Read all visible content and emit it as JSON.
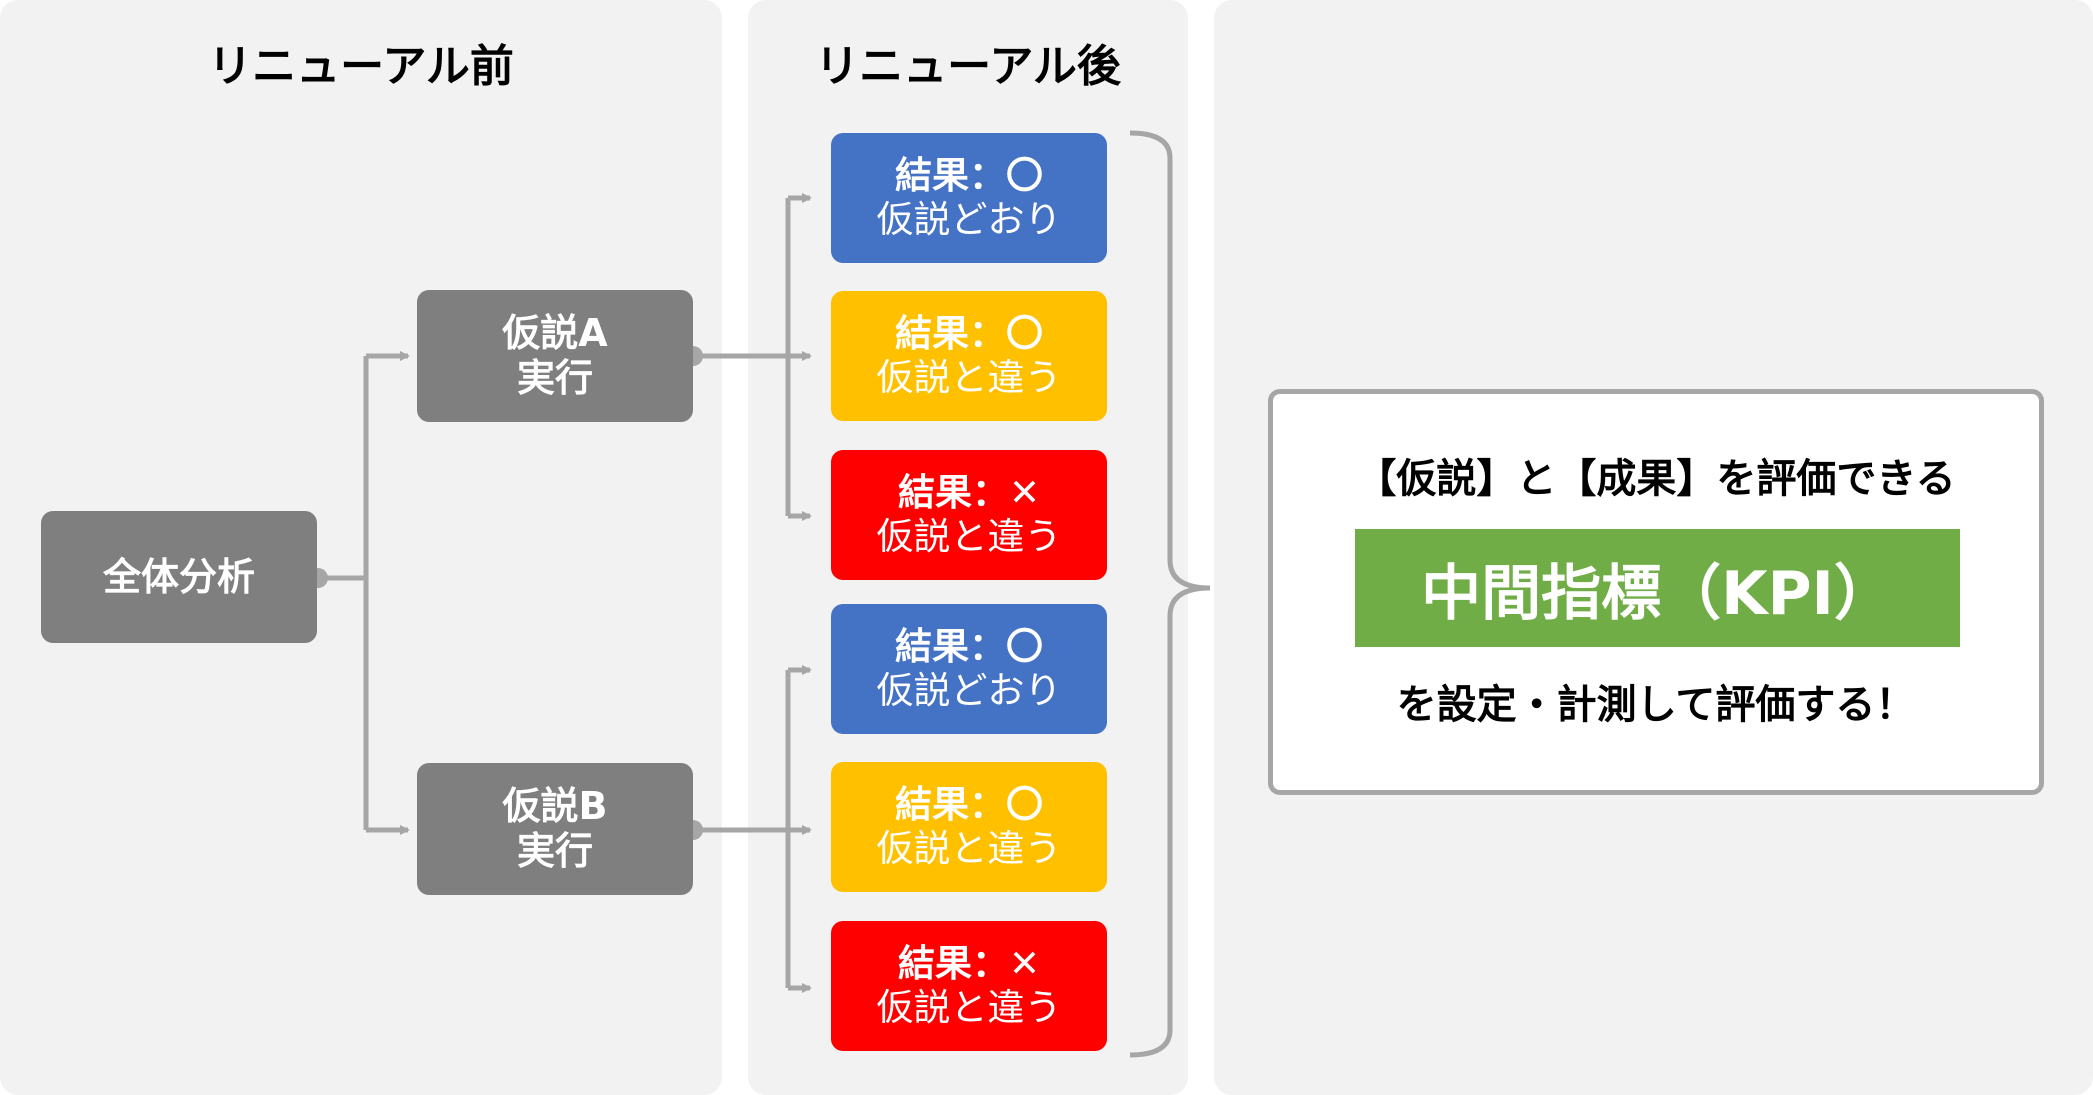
{
  "panels": {
    "before_title": "リニューアル前",
    "after_title": "リニューアル後"
  },
  "analysis": {
    "label": "全体分析"
  },
  "hypotheses": [
    {
      "line1": "仮説A",
      "line2": "実行"
    },
    {
      "line1": "仮説B",
      "line2": "実行"
    }
  ],
  "results": [
    {
      "line1": "結果：〇",
      "line2": "仮説どおり",
      "color": "#4472c4"
    },
    {
      "line1": "結果：〇",
      "line2": "仮説と違う",
      "color": "#ffc000"
    },
    {
      "line1": "結果：✕",
      "line2": "仮説と違う",
      "color": "#ff0000"
    },
    {
      "line1": "結果：〇",
      "line2": "仮説どおり",
      "color": "#4472c4"
    },
    {
      "line1": "結果：〇",
      "line2": "仮説と違う",
      "color": "#ffc000"
    },
    {
      "line1": "結果：✕",
      "line2": "仮説と違う",
      "color": "#ff0000"
    }
  ],
  "kpi": {
    "top_text": "【仮説】と【成果】を評価できる",
    "banner": "中間指標（KPI）",
    "bottom_text": "を設定・計測して評価する！",
    "banner_color": "#70ad47"
  },
  "colors": {
    "connector": "#a6a6a6",
    "gray_box": "#7f7f7f",
    "panel_bg": "#f2f2f2"
  }
}
